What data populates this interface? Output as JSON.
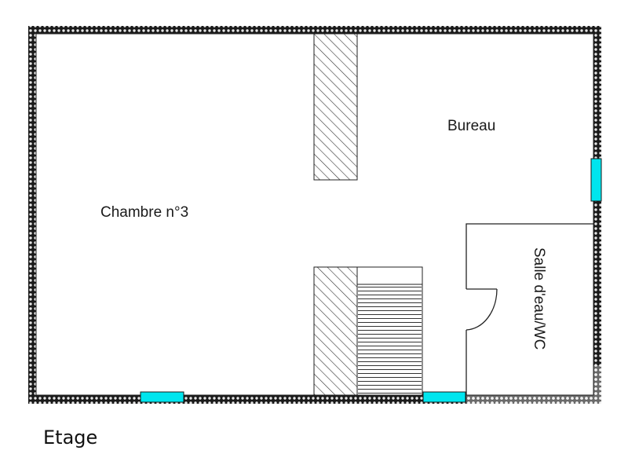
{
  "plan": {
    "rooms": {
      "chambre": "Chambre n°3",
      "bureau": "Bureau",
      "salle_eau": "Salle d'eau/WC"
    },
    "caption": "Etage"
  },
  "colors": {
    "wall_dark": "#1a1a1a",
    "wall_light": "#e6e6e6",
    "window": "#00e5ee",
    "hatch": "#333333",
    "line": "#222222"
  }
}
